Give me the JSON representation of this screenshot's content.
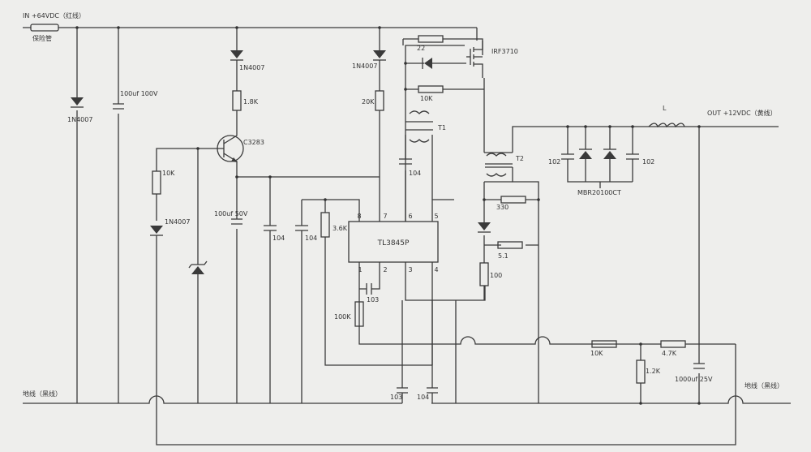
{
  "input_label": "IN +64VDC（红线）",
  "fuse_label": "保险管",
  "output_label": "OUT +12VDC（黄线）",
  "gnd_left_label": "地线（黑线）",
  "gnd_right_label": "地线（黑线）",
  "inductor_label": "L",
  "ic": {
    "label": "TL3845P",
    "pins_top": [
      "8",
      "7",
      "6",
      "5"
    ],
    "pins_bottom": [
      "1",
      "2",
      "3",
      "4"
    ]
  },
  "mosfet_label": "IRF3710",
  "transistor_label": "C3283",
  "transformer_t1": "T1",
  "transformer_t2": "T2",
  "diode_pair_label": "MBR20100CT",
  "components": {
    "d_input": "1N4007",
    "c_input": "100uf 100V",
    "d_top": "1N4007",
    "r_1k8": "1.8K",
    "r_10k_left": "10K",
    "d_mid": "1N4007",
    "c_100u50": "100uf 50V",
    "c_104_a": "104",
    "c_104_b": "104",
    "r_3k6": "3.6K",
    "d_top2": "1N4007",
    "r_20k": "20K",
    "c_104_c": "104",
    "r_22": "22",
    "r_10k_gate": "10K",
    "c_103_pin": "103",
    "r_100k": "100K",
    "c_103_bot": "103",
    "c_104_bot": "104",
    "r_330": "330",
    "r_5_1": "5.1",
    "r_100": "100",
    "c_102_a": "102",
    "c_102_b": "102",
    "r_10k_fb": "10K",
    "r_4k7": "4.7K",
    "r_1k2": "1.2K",
    "c_1000u": "1000uf 25V"
  }
}
